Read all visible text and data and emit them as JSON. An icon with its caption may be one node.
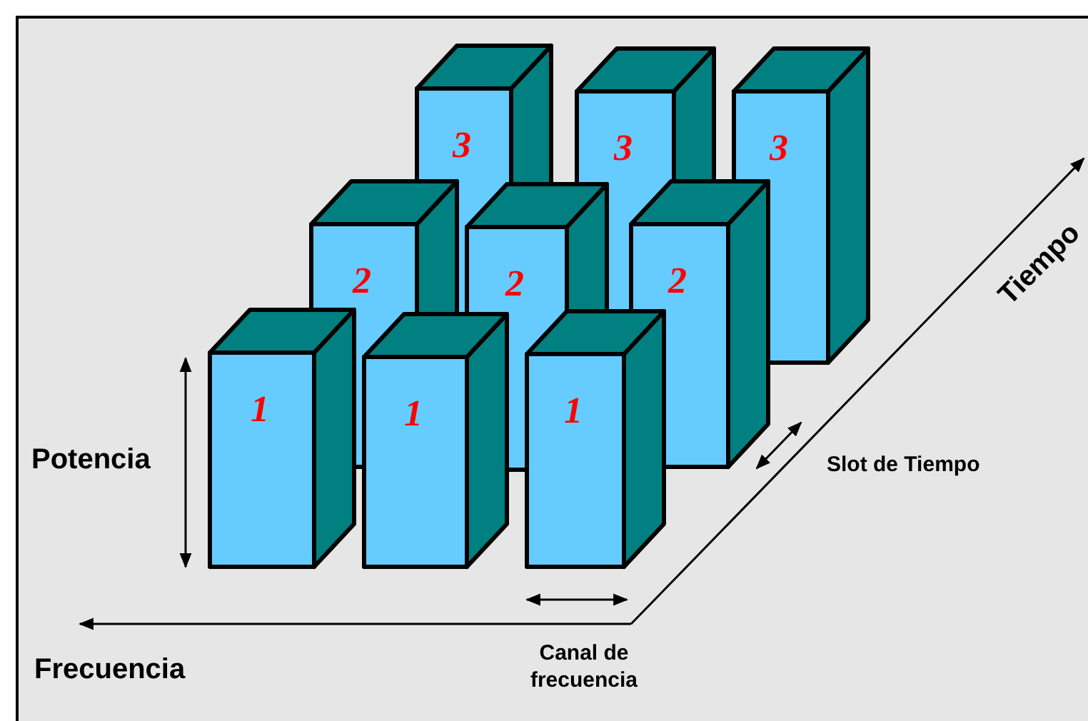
{
  "diagram": {
    "nodes": [
      {
        "text": [
          "3"
        ]
      },
      {
        "text": [
          "3"
        ]
      },
      {
        "text": [
          "3"
        ]
      },
      {
        "text": [
          "2"
        ]
      },
      {
        "text": [
          "2"
        ]
      },
      {
        "text": [
          "2"
        ]
      },
      {
        "text": [
          "1"
        ]
      },
      {
        "text": [
          "1"
        ]
      },
      {
        "text": [
          "1"
        ]
      }
    ],
    "labels": [
      "Tiempo",
      "Slot de Tiempo",
      "Potencia",
      "Frecuencia",
      "Canal de frecuencia"
    ]
  }
}
